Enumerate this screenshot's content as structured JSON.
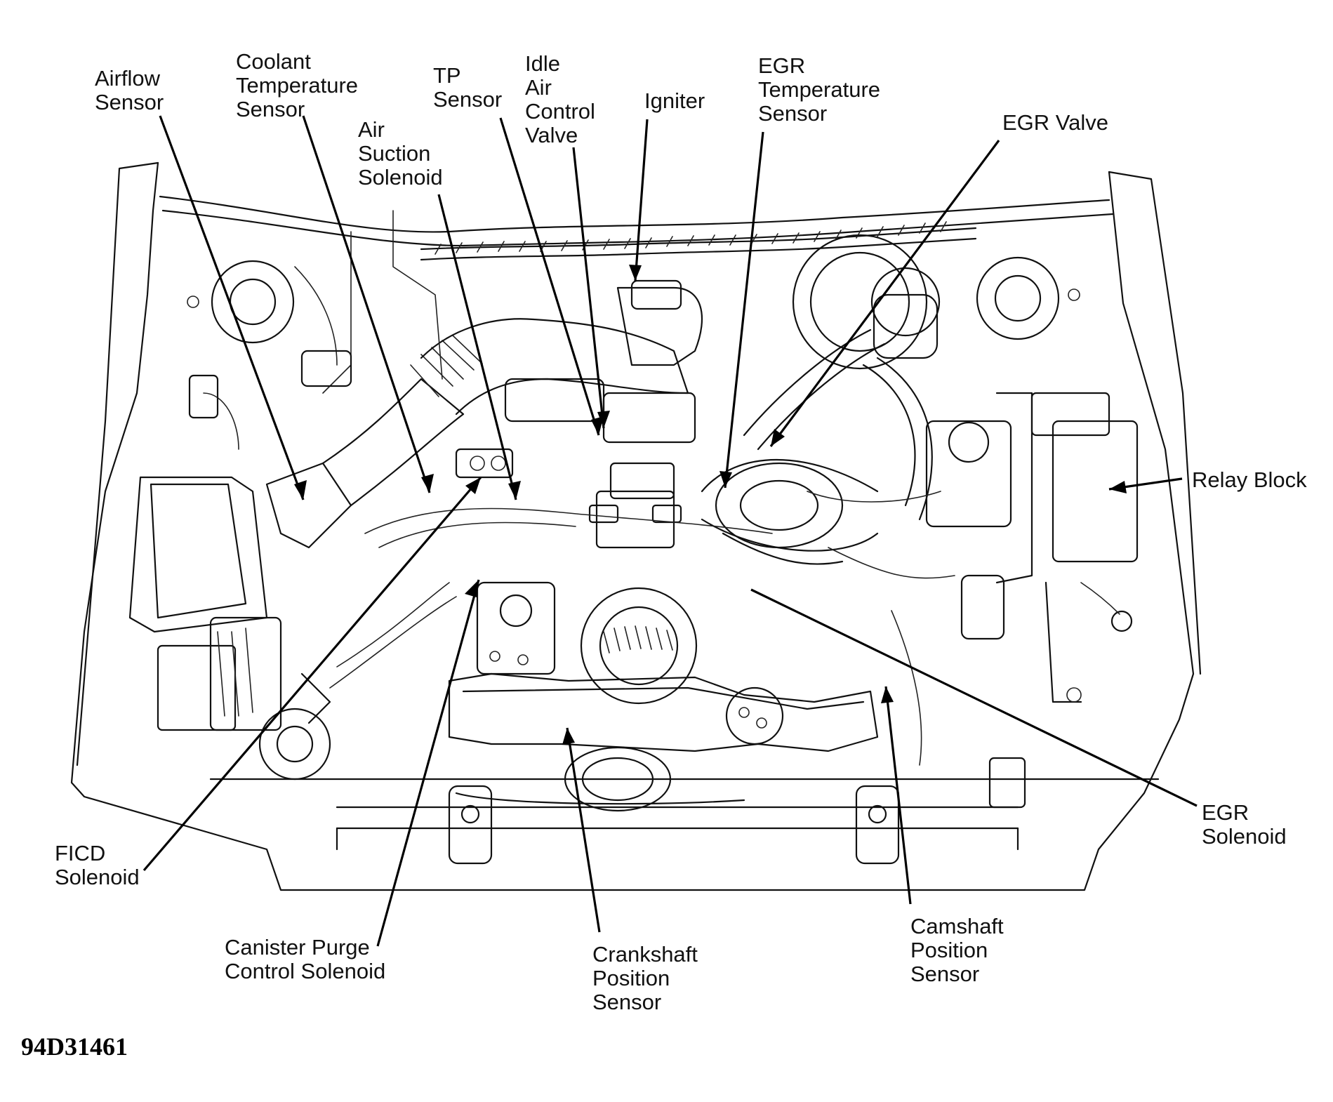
{
  "figure_id": "94D31461",
  "labels": {
    "airflow_sensor": [
      "Airflow",
      "Sensor"
    ],
    "coolant_temperature_sensor": [
      "Coolant",
      "Temperature",
      "Sensor"
    ],
    "air_suction_solenoid": [
      "Air",
      "Suction",
      "Solenoid"
    ],
    "tp_sensor": [
      "TP",
      "Sensor"
    ],
    "idle_air_control_valve": [
      "Idle",
      "Air",
      "Control",
      "Valve"
    ],
    "igniter": [
      "Igniter"
    ],
    "egr_temperature_sensor": [
      "EGR",
      "Temperature",
      "Sensor"
    ],
    "egr_valve": [
      "EGR Valve"
    ],
    "relay_block": [
      "Relay Block"
    ],
    "egr_solenoid": [
      "EGR",
      "Solenoid"
    ],
    "camshaft_position_sensor": [
      "Camshaft",
      "Position",
      "Sensor"
    ],
    "crankshaft_position_sensor": [
      "Crankshaft",
      "Position",
      "Sensor"
    ],
    "canister_purge_control_solenoid": [
      "Canister Purge",
      "Control Solenoid"
    ],
    "ficd_solenoid": [
      "FICD",
      "Solenoid"
    ]
  }
}
